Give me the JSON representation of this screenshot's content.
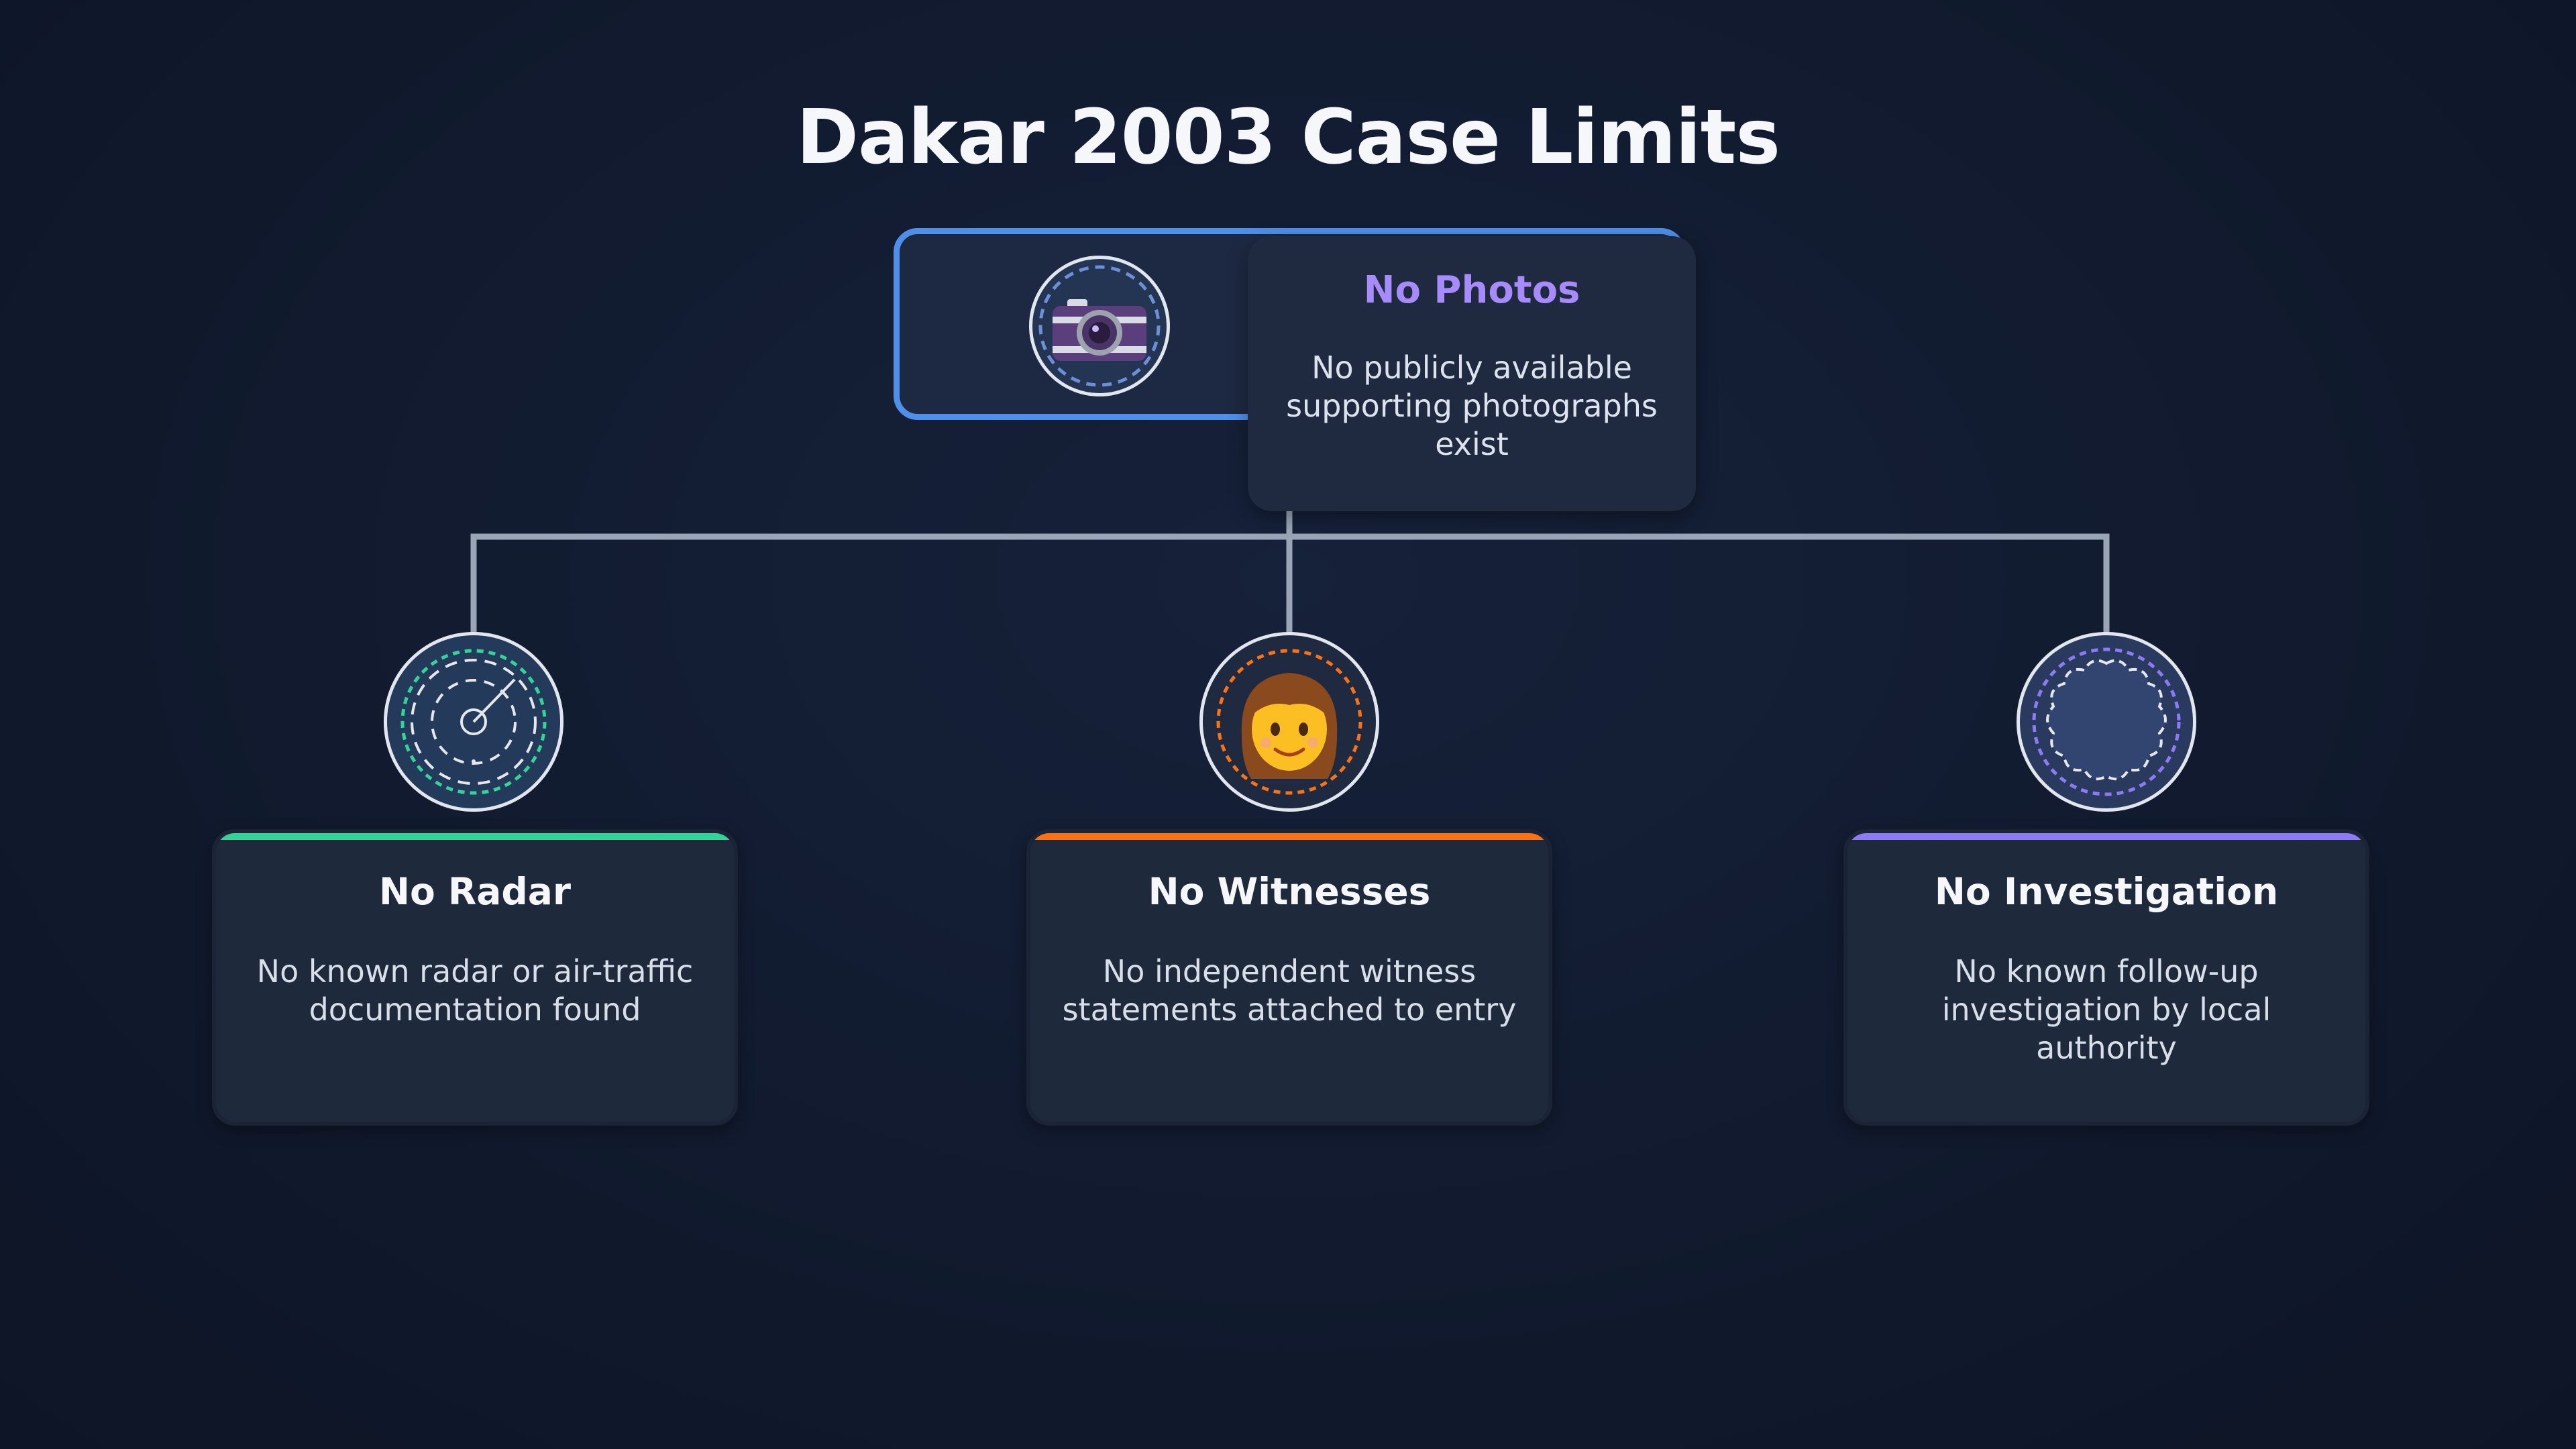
{
  "title": "Dakar 2003 Case Limits",
  "root": {
    "title": "No Photos",
    "description": "No publicly available supporting photographs exist",
    "icon": "camera-icon",
    "title_color": "#a78bfa",
    "border_color": "#4f8fe9"
  },
  "children": [
    {
      "title": "No Radar",
      "description": "No known radar or air-traffic documentation found",
      "icon": "radar-icon",
      "accent_color": "#34d399"
    },
    {
      "title": "No Witnesses",
      "description": "No independent witness statements attached to entry",
      "icon": "person-icon",
      "accent_color": "#f97316"
    },
    {
      "title": "No Investigation",
      "description": "No known follow-up investigation by local authority",
      "icon": "badge-icon",
      "accent_color": "#8b7cf6"
    }
  ],
  "connector_color": "#9aa6b8"
}
